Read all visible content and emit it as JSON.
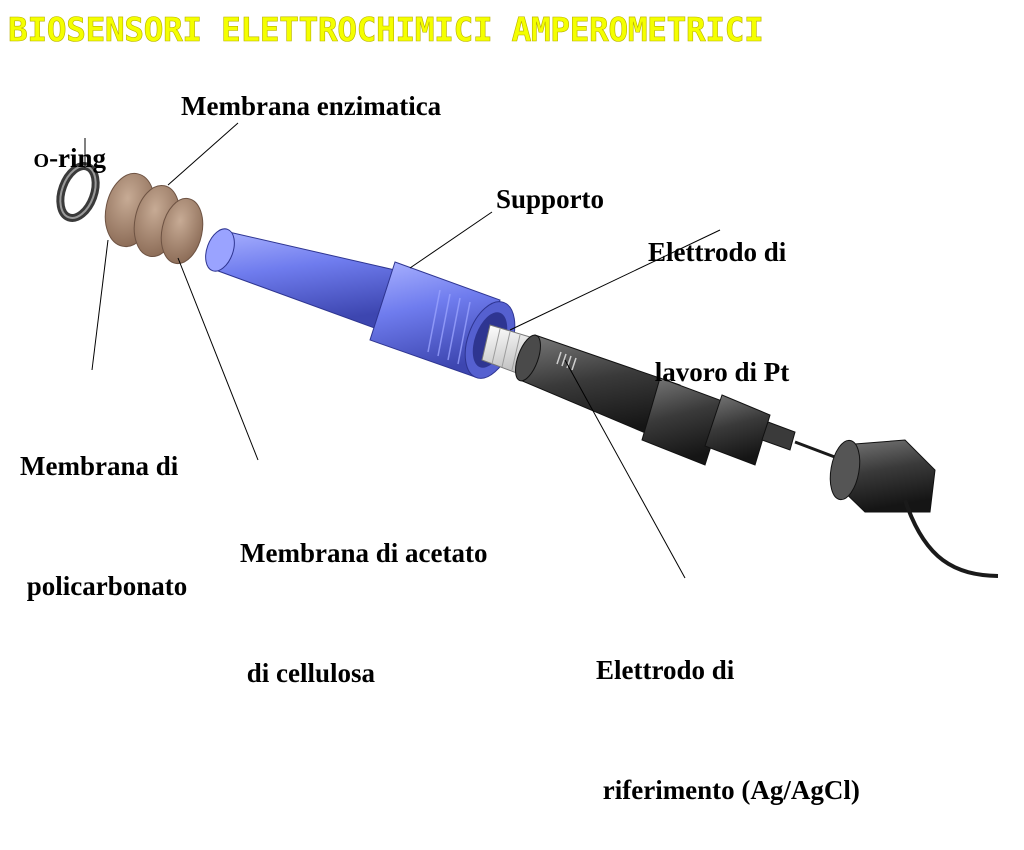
{
  "title": "BIOSENSORI ELETTROCHIMICI AMPEROMETRICI",
  "labels": {
    "o_ring_prefix": "O",
    "o_ring_suffix": "-ring",
    "membrana_enzimatica": "Membrana enzimatica",
    "supporto": "Supporto",
    "elettrodo_lavoro_1": "Elettrodo di",
    "elettrodo_lavoro_2": " lavoro di Pt",
    "membrana_policarbonato_1": "Membrana di",
    "membrana_policarbonato_2": " policarbonato",
    "membrana_acetato_1": "Membrana di acetato",
    "membrana_acetato_2": " di cellulosa",
    "elettrodo_riferimento_1": "Elettrodo di",
    "elettrodo_riferimento_2": " riferimento (Ag/AgCl)"
  },
  "colors": {
    "title": "#f4ff00",
    "support": "#7b86f0",
    "membrane": "#a58872",
    "electrode": "#3a3a3a"
  }
}
